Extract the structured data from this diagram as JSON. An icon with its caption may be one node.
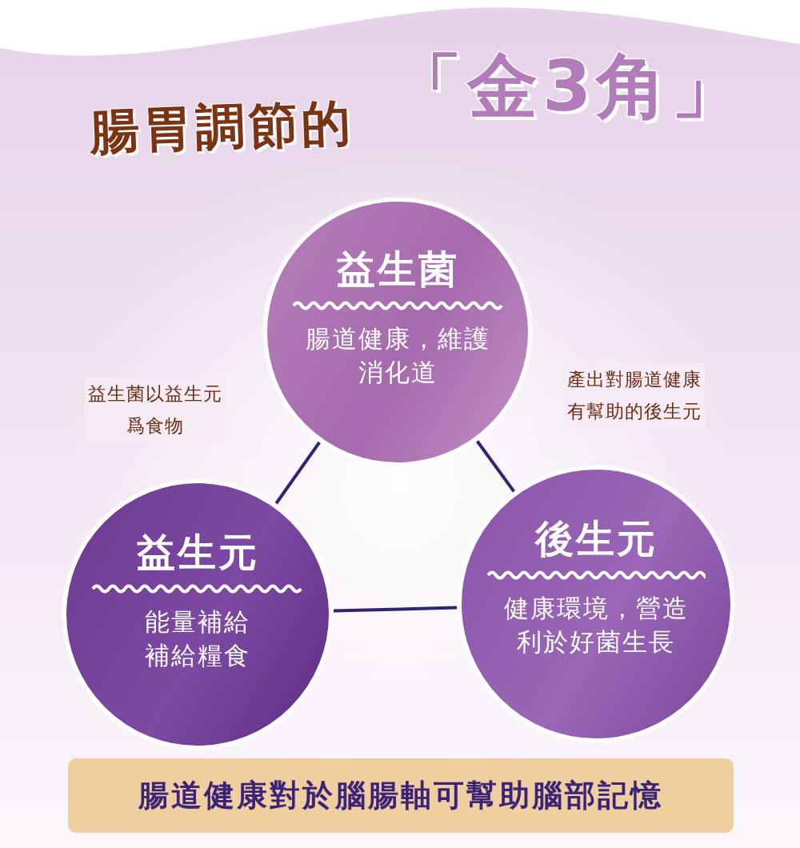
{
  "diagram": {
    "title": "腸胃調節的",
    "nodes": [
      {
        "text": [
          "益生菌",
          "腸道健康，維護消化道"
        ]
      },
      {
        "text": [
          "益生元",
          "能量補給補給糧食"
        ]
      },
      {
        "text": [
          "後生元",
          "健康環境，營造利於好菌生長"
        ]
      },
      {
        "text": [
          "腸道健康對於腦腸軸可幫助腦部記憶"
        ]
      }
    ],
    "edges": [
      {
        "from": 0,
        "to": 1,
        "arrow": "none",
        "label": "益生菌以益生元爲食物"
      },
      {
        "from": 0,
        "to": 2,
        "arrow": "none",
        "label": "產出對腸道健康有幫助的後生元"
      },
      {
        "from": 1,
        "to": 2,
        "arrow": "none"
      }
    ],
    "labels": [
      "「金3角」"
    ]
  }
}
